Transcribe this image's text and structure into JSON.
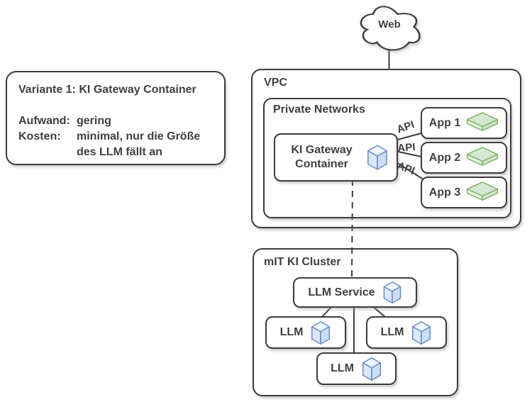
{
  "note": {
    "title": "Variante 1: KI Gateway Container",
    "rows": [
      {
        "label": "Aufwand:",
        "value": "gering"
      },
      {
        "label": "Kosten:",
        "value": "minimal, nur die Größe"
      },
      {
        "label": "",
        "value": "des LLM fällt an"
      }
    ]
  },
  "web": {
    "label": "Web"
  },
  "vpc": {
    "label": "VPC",
    "private_networks": {
      "label": "Private Networks",
      "gateway": {
        "label": "KI Gateway Container",
        "icon": "cube-icon"
      },
      "apps": [
        {
          "label": "App 1",
          "icon": "module-icon"
        },
        {
          "label": "App 2",
          "icon": "module-icon"
        },
        {
          "label": "App 3",
          "icon": "module-icon"
        }
      ]
    },
    "api_edge_labels": [
      "API",
      "API",
      "API"
    ]
  },
  "cluster": {
    "label": "mIT KI Cluster",
    "service": {
      "label": "LLM Service",
      "icon": "cube-icon"
    },
    "llms": [
      {
        "label": "LLM",
        "icon": "cube-icon"
      },
      {
        "label": "LLM",
        "icon": "cube-icon"
      },
      {
        "label": "LLM",
        "icon": "cube-icon"
      }
    ]
  },
  "colors": {
    "stroke": "#3c3c3c",
    "text": "#3f3f3f",
    "cube_fill": "#dae8fc",
    "cube_stroke": "#6c8ebf",
    "module_fill": "#d5e8d4",
    "module_stroke": "#82b366",
    "background": "#ffffff"
  }
}
